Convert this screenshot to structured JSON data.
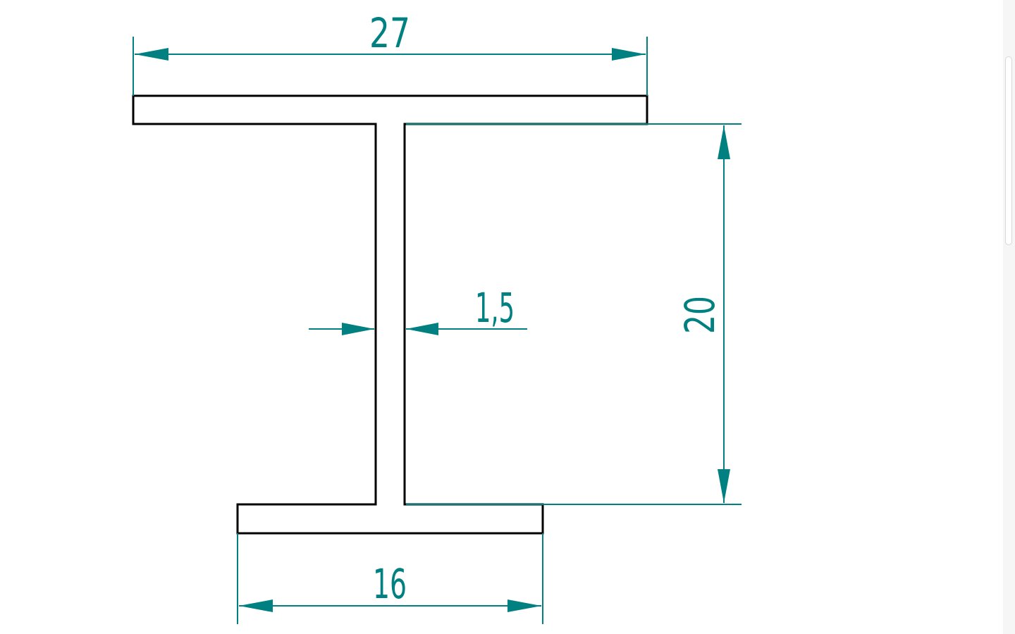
{
  "drawing": {
    "dimensions": {
      "top_flange_width": "27",
      "bottom_flange_width": "16",
      "web_thickness": "1,5",
      "web_height": "20"
    },
    "colors": {
      "outline": "#000000",
      "dimension": "#008080",
      "background": "#ffffff"
    }
  }
}
